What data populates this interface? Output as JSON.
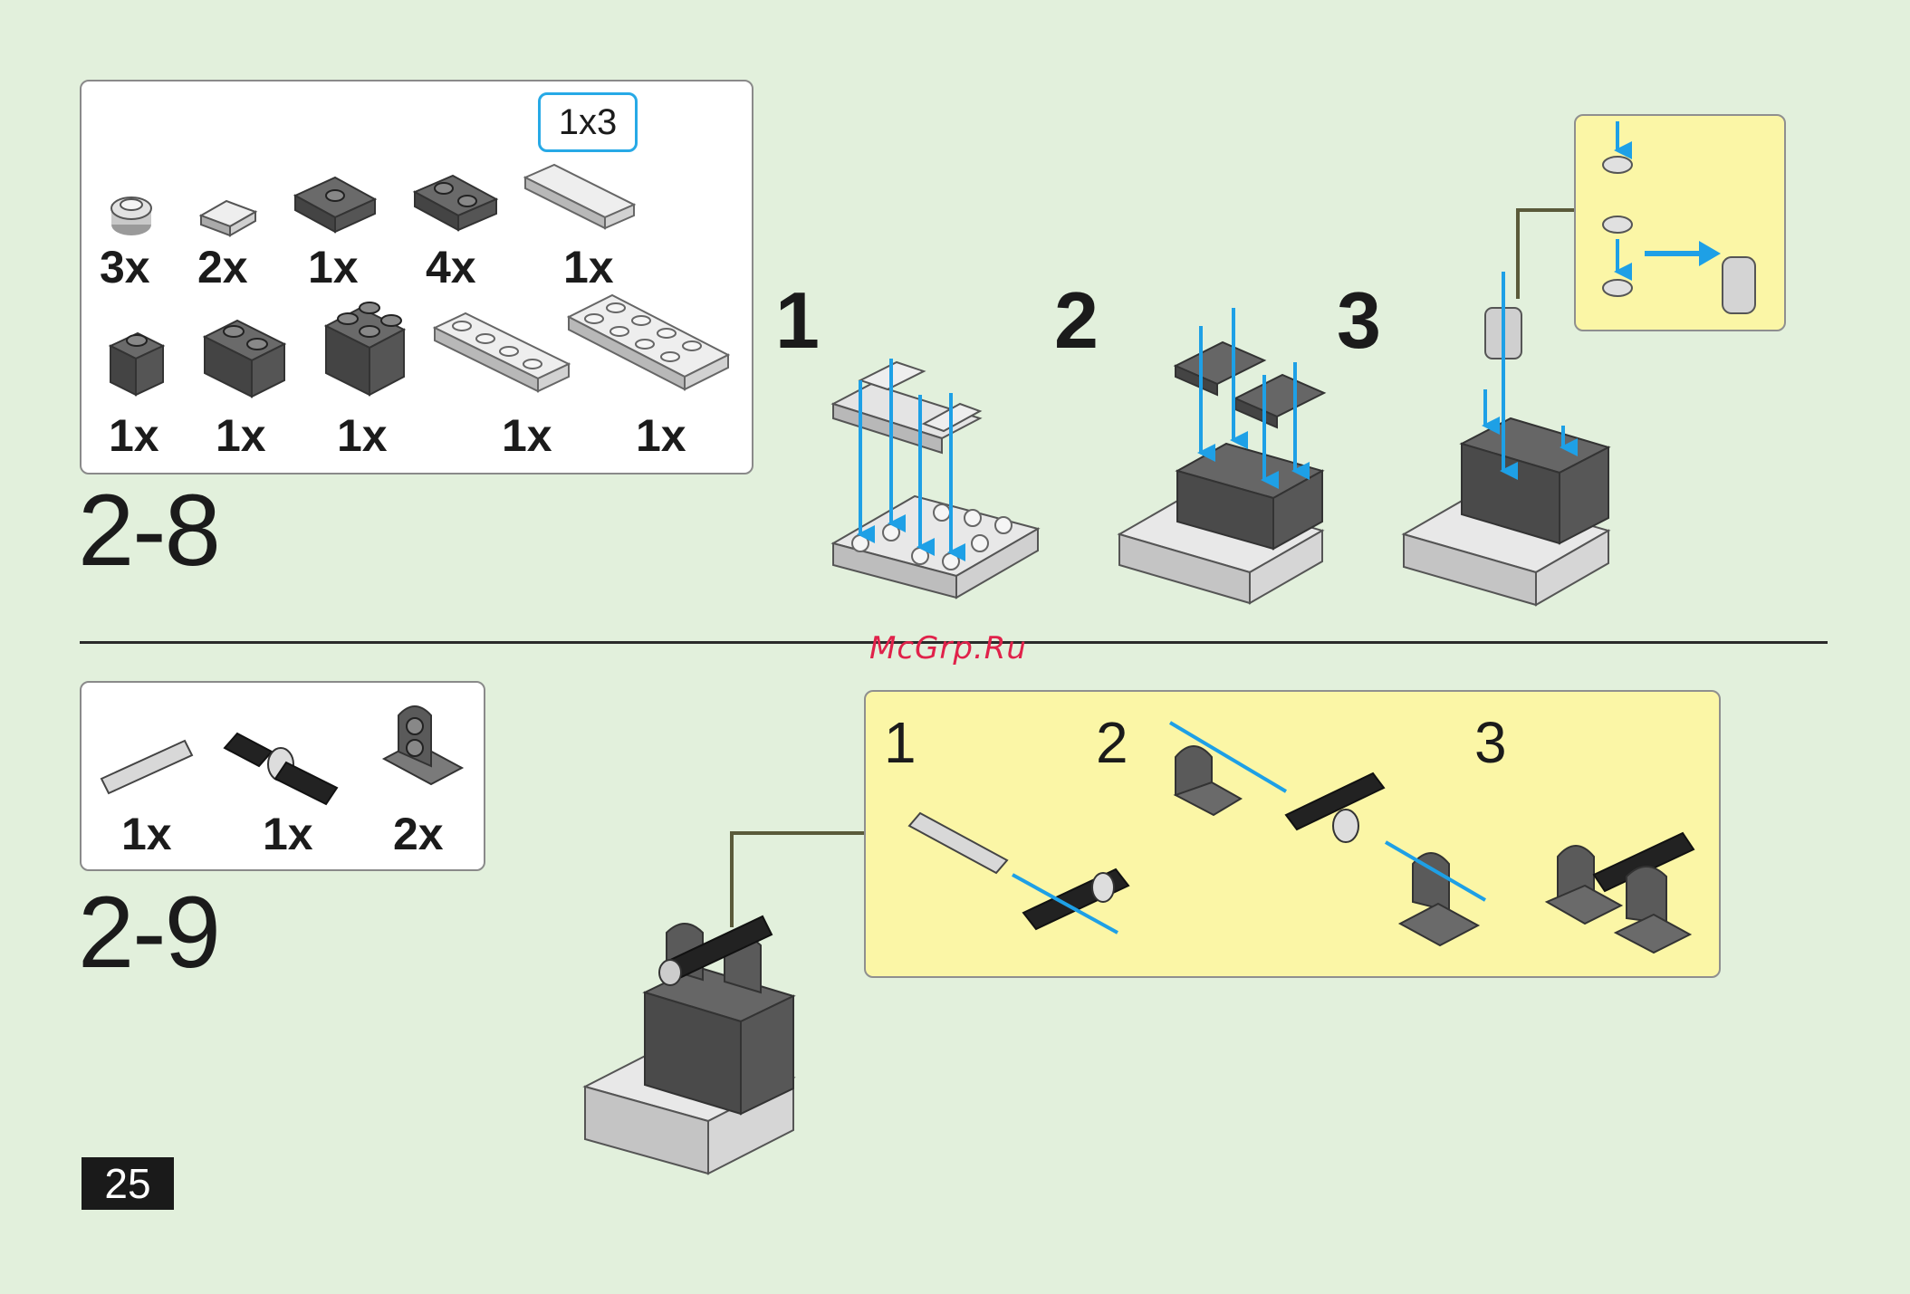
{
  "watermark": "McGrp.Ru",
  "page_number": "25",
  "colors": {
    "background": "#e2f0dc",
    "accent_arrow": "#1ea0e6",
    "dark_brick": "#5a5a5a",
    "light_brick": "#d6d6d6",
    "callout": "#fbf6a6"
  },
  "section_2_8": {
    "label": "2-8",
    "size_tag": "1x3",
    "parts_row1": [
      {
        "icon": "round-plate-1x1-light",
        "qty": "3x"
      },
      {
        "icon": "tile-1x1-light",
        "qty": "2x"
      },
      {
        "icon": "jumper-plate-1x2-dark",
        "qty": "1x"
      },
      {
        "icon": "plate-1x2-dark",
        "qty": "4x"
      },
      {
        "icon": "tile-1x3-light",
        "qty": "1x"
      }
    ],
    "parts_row2": [
      {
        "icon": "brick-1x1-dark",
        "qty": "1x"
      },
      {
        "icon": "brick-1x2-dark",
        "qty": "1x"
      },
      {
        "icon": "brick-2x2-dark",
        "qty": "1x"
      },
      {
        "icon": "plate-1x4-light",
        "qty": "1x"
      },
      {
        "icon": "plate-2x4-light",
        "qty": "1x"
      }
    ],
    "steps": [
      "1",
      "2",
      "3"
    ]
  },
  "section_2_9": {
    "label": "2-9",
    "parts": [
      {
        "icon": "technic-pin-light",
        "qty": "1x"
      },
      {
        "icon": "axle-connector-dark",
        "qty": "1x"
      },
      {
        "icon": "technic-brick-bracket-dark",
        "qty": "2x"
      }
    ],
    "substeps": [
      "1",
      "2",
      "3"
    ]
  }
}
